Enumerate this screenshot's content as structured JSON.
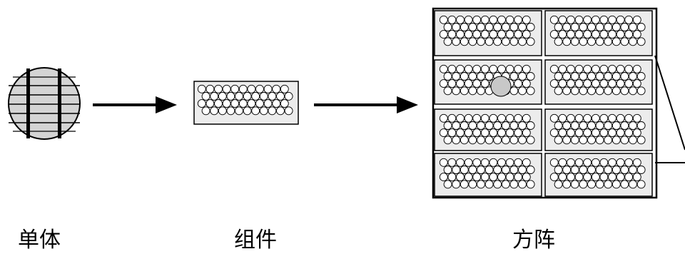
{
  "labels": {
    "cell": "单体",
    "module": "组件",
    "array": "方阵"
  },
  "colors": {
    "cell_fill": "#d4d4d4",
    "module_fill": "#ececec",
    "stroke": "#000000",
    "large_cell_fill": "#c8c8c8"
  }
}
